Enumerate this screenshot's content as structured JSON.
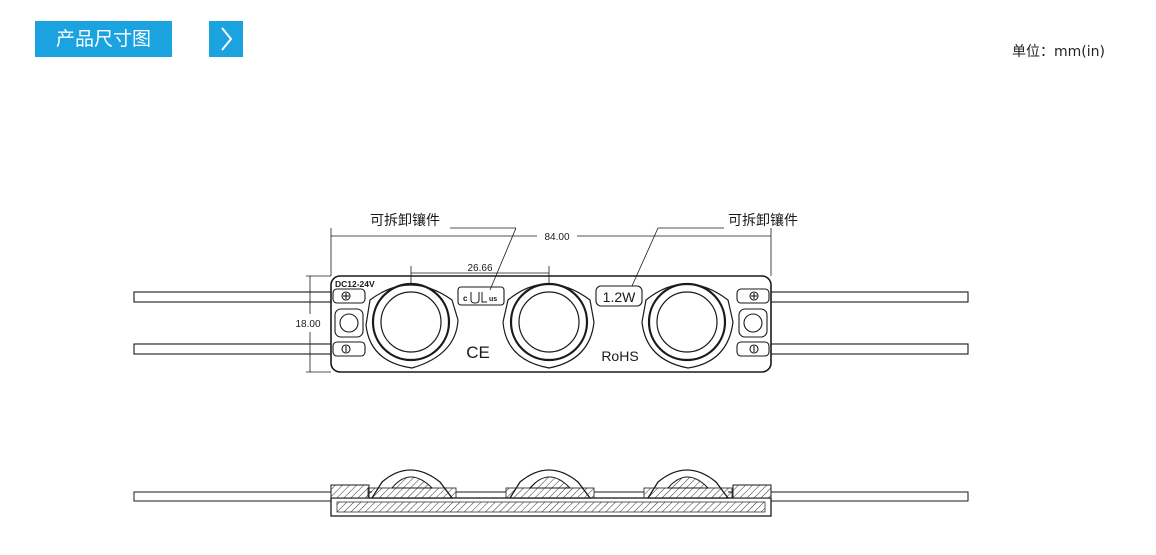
{
  "header": {
    "title": "产品尺寸图",
    "arrow_icon": "chevron-right-icon",
    "unit_label": "单位：mm(in)"
  },
  "colors": {
    "accent": "#1aa3df",
    "line": "#1a1a1a"
  },
  "diagram": {
    "callout_left": "可拆卸镶件",
    "callout_right": "可拆卸镶件",
    "dim_overall_length": "84.00",
    "dim_lens_pitch": "26.66",
    "dim_height": "18.00",
    "voltage_label": "DC12-24V",
    "power_label": "1.2W",
    "rohs_label": "RoHS",
    "ce_mark": "CE",
    "ul_c": "c",
    "ul_us": "us"
  }
}
